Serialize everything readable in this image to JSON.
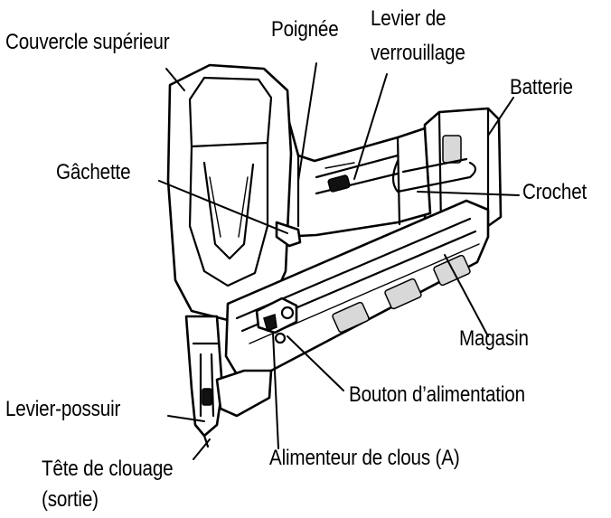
{
  "labels": {
    "couvercle": "Couvercle supérieur",
    "poignee": "Poignée",
    "levier_verrouillage_1": "Levier de",
    "levier_verrouillage_2": "verrouillage",
    "batterie": "Batterie",
    "gachette": "Gâchette",
    "crochet": "Crochet",
    "magasin": "Magasin",
    "bouton_alimentation": "Bouton d’alimentation",
    "levier_possuir": "Levier-possuir",
    "alimenteur": "Alimenteur de clous (A)",
    "tete_1": "Tête de clouage",
    "tete_2": "(sortie)"
  }
}
